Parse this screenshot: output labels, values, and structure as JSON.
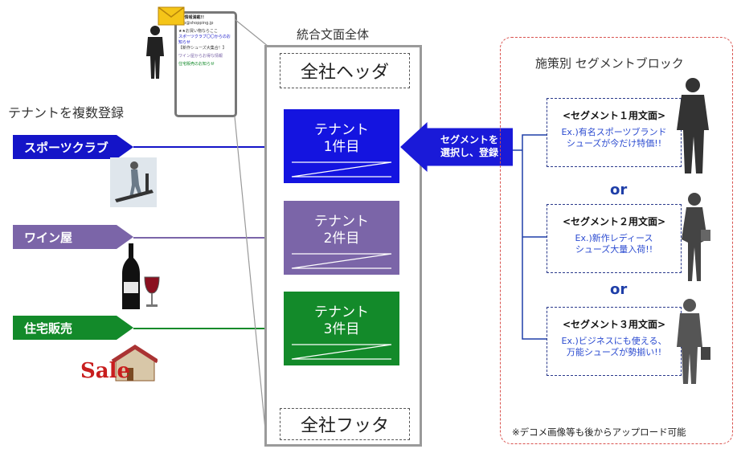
{
  "left": {
    "title": "テナントを複数登録",
    "tenants": [
      {
        "label": "スポーツクラブ",
        "color": "#1414c8"
      },
      {
        "label": "ワイン屋",
        "color": "#7b65a8"
      },
      {
        "label": "住宅販売",
        "color": "#138a2a"
      }
    ]
  },
  "center": {
    "title": "統合文面全体",
    "header": "全社ヘッダ",
    "footer": "全社フッタ",
    "tenant_boxes": [
      {
        "line1": "テナント",
        "line2": "1件目",
        "color": "#1414e0"
      },
      {
        "line1": "テナント",
        "line2": "2件目",
        "color": "#7b65a8"
      },
      {
        "line1": "テナント",
        "line2": "3件目",
        "color": "#138a2a"
      }
    ]
  },
  "arrow": {
    "line1": "セグメントを",
    "line2": "選択し、登録",
    "color": "#1a1ad8"
  },
  "right": {
    "title": "施策別 セグメントブロック",
    "or_label": "or",
    "segments": [
      {
        "header": "<セグメント１用文面>",
        "line1": "Ex.)有名スポーツブランド",
        "line2": "シューズが今だけ特価!!"
      },
      {
        "header": "<セグメント２用文面>",
        "line1": "Ex.)新作レディース",
        "line2": "シューズ大量入荷!!"
      },
      {
        "header": "<セグメント３用文面>",
        "line1": "Ex.)ビジネスにも使える、",
        "line2": "万能シューズが勢揃い!!"
      }
    ],
    "note": "※デコメ画像等も後からアップロード可能"
  },
  "phone": {
    "lines": [
      "ｽﾄﾗ情報満載!!",
      "info@shopping.jp",
      "★★お買い物ならここ",
      "スポーツクラブ〇〇からのお知らせ",
      "【新作シューズ大集合！】",
      "ワイン屋からお得な情報",
      "住宅販売のお知らせ"
    ]
  }
}
